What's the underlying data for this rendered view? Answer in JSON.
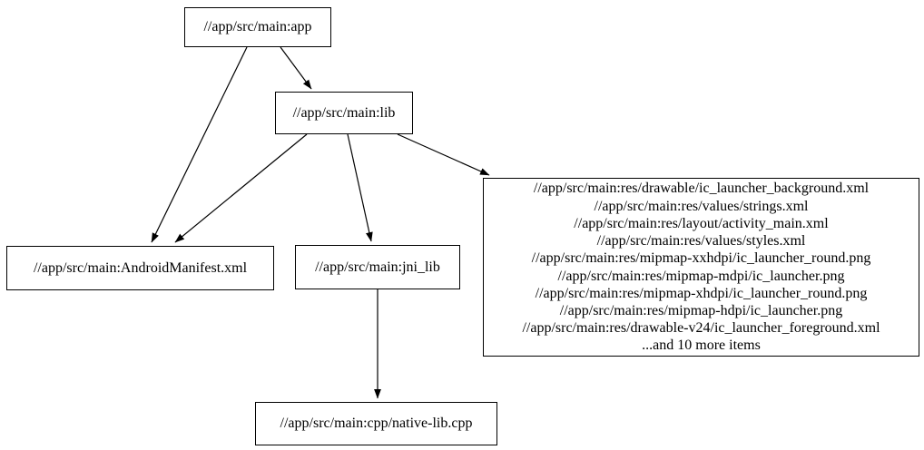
{
  "diagram": {
    "type": "directed-dependency-graph",
    "colors": {
      "background": "#ffffff",
      "node_border": "#000000",
      "edge": "#000000",
      "text": "#000000"
    },
    "nodes": {
      "app": {
        "label": "//app/src/main:app"
      },
      "lib": {
        "label": "//app/src/main:lib"
      },
      "android_manifest": {
        "label": "//app/src/main:AndroidManifest.xml"
      },
      "jni_lib": {
        "label": "//app/src/main:jni_lib"
      },
      "res_group": {
        "lines": [
          "//app/src/main:res/drawable/ic_launcher_background.xml",
          "//app/src/main:res/values/strings.xml",
          "//app/src/main:res/layout/activity_main.xml",
          "//app/src/main:res/values/styles.xml",
          "//app/src/main:res/mipmap-xxhdpi/ic_launcher_round.png",
          "//app/src/main:res/mipmap-mdpi/ic_launcher.png",
          "//app/src/main:res/mipmap-xhdpi/ic_launcher_round.png",
          "//app/src/main:res/mipmap-hdpi/ic_launcher.png",
          "//app/src/main:res/drawable-v24/ic_launcher_foreground.xml",
          "...and 10 more items"
        ]
      },
      "native_lib": {
        "label": "//app/src/main:cpp/native-lib.cpp"
      }
    },
    "edges": [
      {
        "from": "app",
        "to": "lib"
      },
      {
        "from": "app",
        "to": "android_manifest"
      },
      {
        "from": "lib",
        "to": "android_manifest"
      },
      {
        "from": "lib",
        "to": "jni_lib"
      },
      {
        "from": "lib",
        "to": "res_group"
      },
      {
        "from": "jni_lib",
        "to": "native_lib"
      }
    ]
  }
}
